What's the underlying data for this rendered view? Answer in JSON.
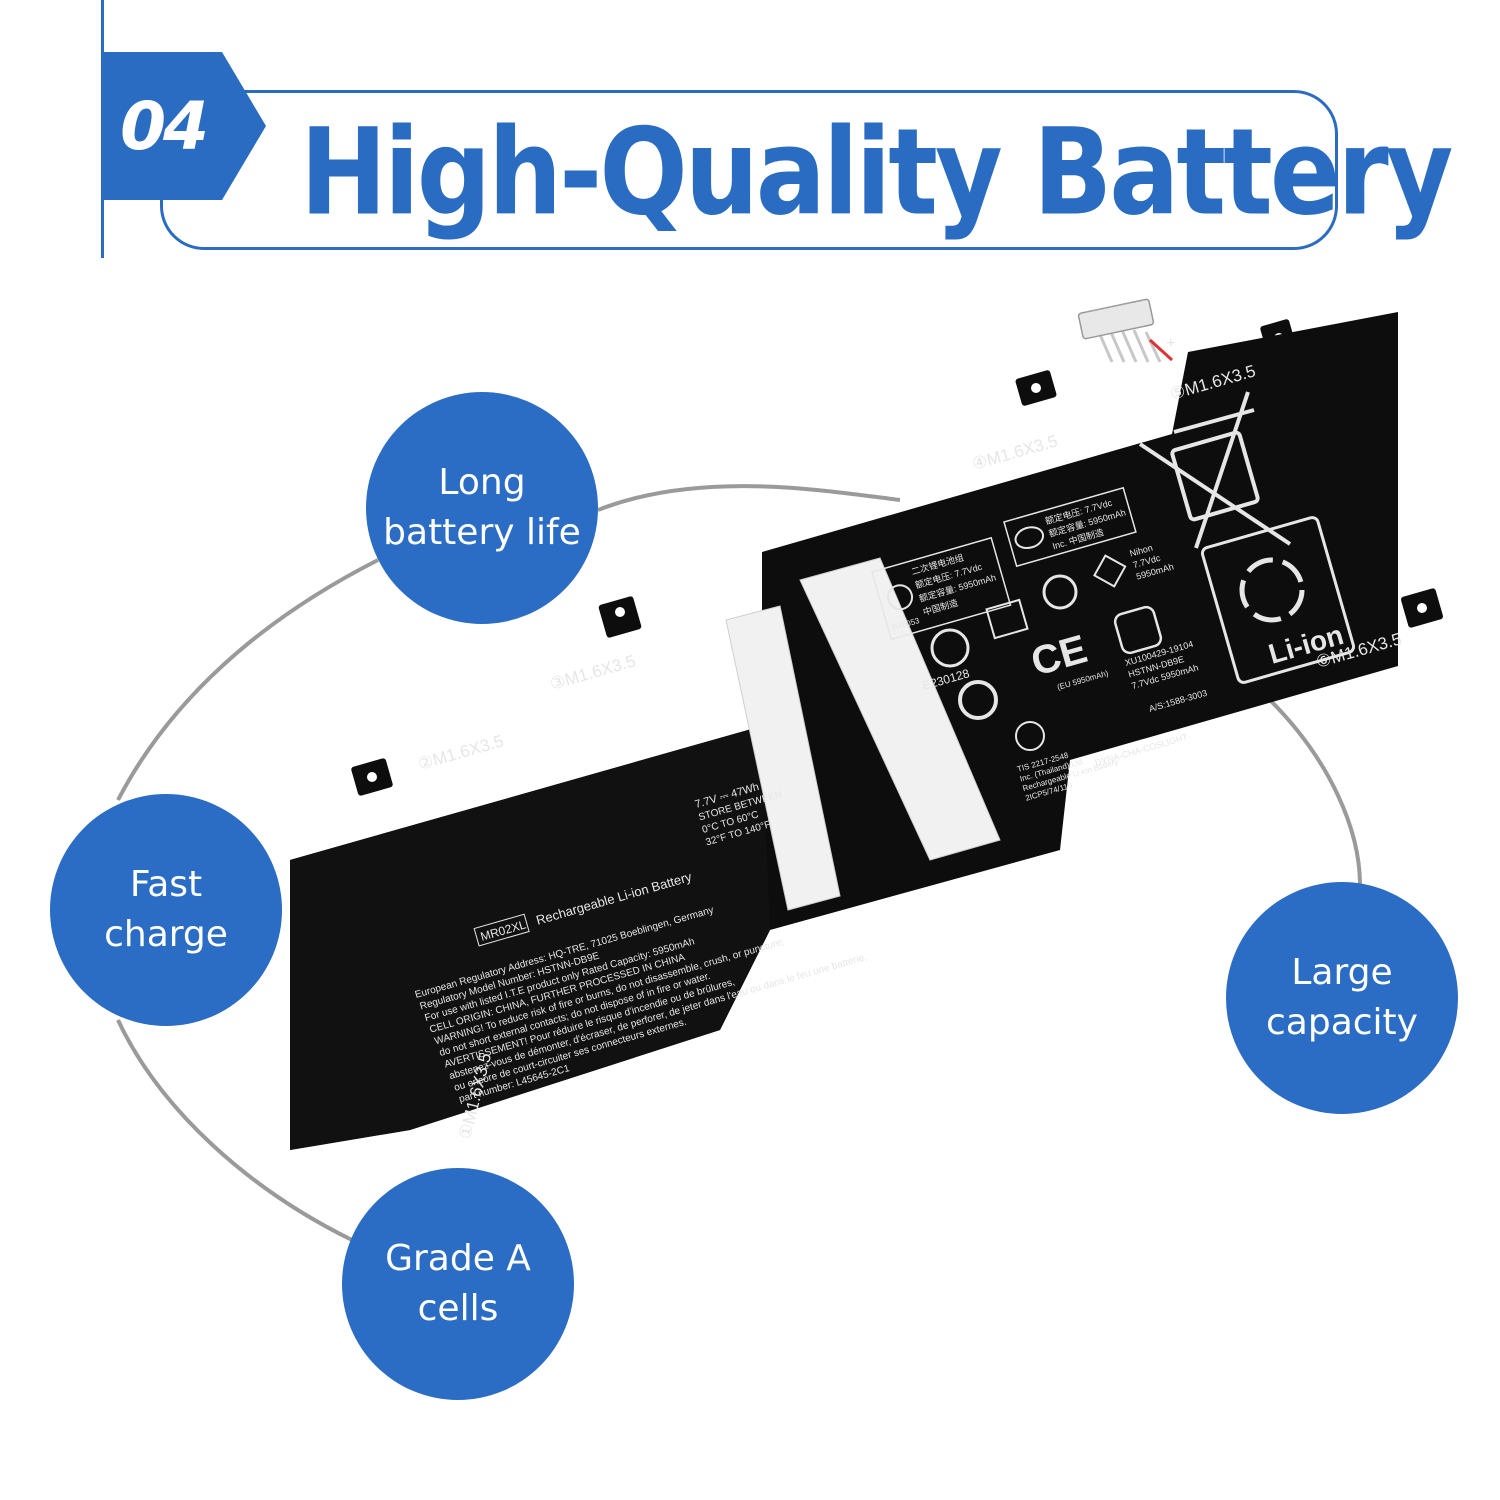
{
  "header": {
    "number": "04",
    "title": "High-Quality Battery"
  },
  "features": {
    "long": {
      "line1": "Long",
      "line2": "battery life"
    },
    "fast": {
      "line1": "Fast",
      "line2": "charge"
    },
    "large": {
      "line1": "Large",
      "line2": "capacity"
    },
    "grade": {
      "line1": "Grade A",
      "line2": "cells"
    }
  },
  "battery": {
    "screws": {
      "s1": "①M1.6X3.5",
      "s2": "②M1.6X3.5",
      "s3": "③M1.6X3.5",
      "s4": "④M1.6X3.5",
      "s5": "⑤M1.6X3.5",
      "s6": "⑥M1.6X3.5"
    },
    "model": "MR02XL",
    "type": "Rechargeable Li-ion Battery",
    "rating": "7.7V ⎓ 47Wh",
    "store_1": "STORE BETWEEN",
    "store_2": "0°C TO 60°C",
    "store_3": "32°F TO 140°F",
    "label_lines": [
      "European Regulatory Address:   HQ-TRE, 71025 Boeblingen, Germany",
      "Regulatory Model Number: HSTNN-DB9E",
      "For use with listed I.T.E product only   Rated Capacity: 5950mAh",
      "CELL ORIGIN: CHINA, FURTHER PROCESSED IN CHINA",
      "WARNING! To reduce risk of fire or burns, do not disassemble, crush, or puncture;",
      "do not short external contacts; do not dispose of in fire or water.",
      "AVERTISSEMENT! Pour réduire le risque d'incendie ou de brûlures,",
      "abstenez-vous de démonter, d'écraser, de perforer, de jeter dans l'eau ou dans le feu une batterie,",
      "ou encore de court-circuiter ses connecteurs externes.",
      "part number: L45645-2C1"
    ],
    "cqc_1": "二次锂电池组",
    "cqc_2": "额定电压: 7.7Vdc",
    "cqc_3": "额定容量: 5950mAh",
    "cqc_4": "中国制造",
    "cqc_code": "R45053",
    "csc_1": "额定电压: 7.7Vdc",
    "csc_2": "额定容量: 5950mAh",
    "csc_3": "Inc. 中国制造",
    "pse_1": "Nihon",
    "pse_2": "7.7Vdc",
    "pse_3": "5950mAh",
    "ul_code": "E230128",
    "ce_note": "(EU 5950mAh)",
    "kc_1": "XU100429-19104",
    "kc_2": "HSTNN-DB9E",
    "kc_3": "7.7Vdc 5950mAh",
    "tis_1": "TIS 2217-2548",
    "tis_2": "Inc. (Thailand) Ltd.",
    "tis_3": "Rechargeable Li-ion Battery",
    "tis_4": "2ICP5/74/110",
    "as_code": "A/S:1588-3003",
    "maker": "DYNA-CHA-COSLIGHT",
    "liion": "Li-ion",
    "plus": "+"
  },
  "colors": {
    "brand_blue": "#2a6cc2",
    "circle_blue": "#2b6cc4",
    "battery_black": "#0d0d0d"
  }
}
